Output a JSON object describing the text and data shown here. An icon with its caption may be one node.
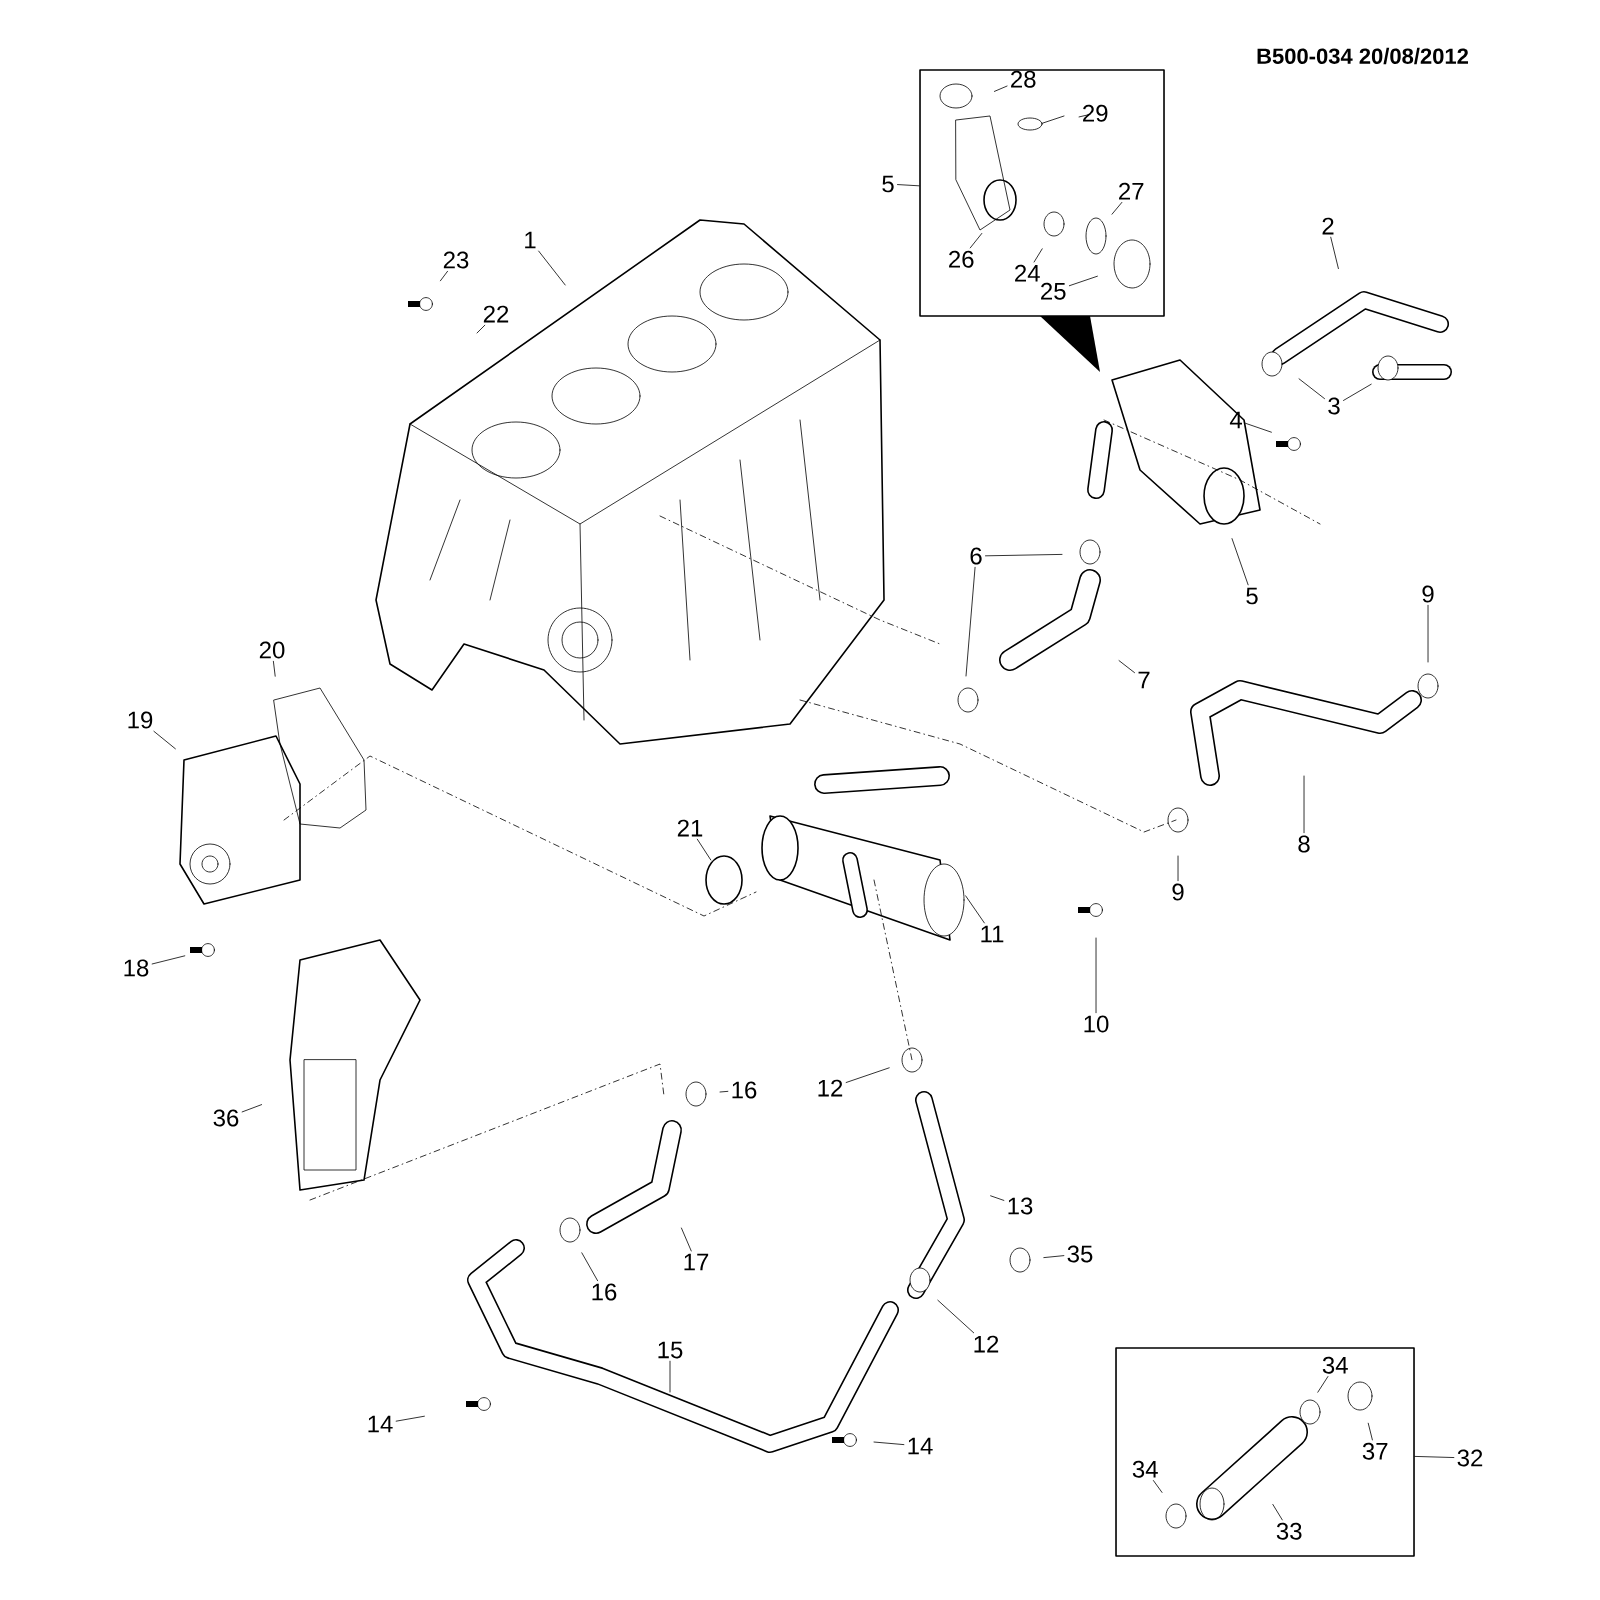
{
  "diagram": {
    "nodes": [
      {
        "text": [],
        "shape": "box"
      },
      {
        "text": [
          "28"
        ],
        "in": 0
      },
      {
        "text": [
          "29"
        ],
        "in": 0
      },
      {
        "text": [
          "27"
        ],
        "in": 0
      },
      {
        "text": [
          "26"
        ],
        "in": 0
      },
      {
        "text": [
          "24"
        ],
        "in": 0
      },
      {
        "text": [
          "25"
        ],
        "in": 0
      },
      {
        "text": [
          "5"
        ]
      },
      {
        "text": [
          "1"
        ]
      },
      {
        "text": [
          "23"
        ]
      },
      {
        "text": [
          "22"
        ]
      },
      {
        "text": [
          "2"
        ]
      },
      {
        "text": [
          "3"
        ]
      },
      {
        "text": [
          "4"
        ]
      },
      {
        "text": [
          "5"
        ]
      },
      {
        "text": [
          "6"
        ]
      },
      {
        "text": [
          "7"
        ]
      },
      {
        "text": [
          "20"
        ]
      },
      {
        "text": [
          "19"
        ]
      },
      {
        "text": [
          "21"
        ]
      },
      {
        "text": [
          "9"
        ]
      },
      {
        "text": [
          "8"
        ]
      },
      {
        "text": [
          "9"
        ]
      },
      {
        "text": [
          "11"
        ]
      },
      {
        "text": [
          "10"
        ]
      },
      {
        "text": [
          "18"
        ]
      },
      {
        "text": [
          "36"
        ]
      },
      {
        "text": [
          "16"
        ]
      },
      {
        "text": [
          "12"
        ]
      },
      {
        "text": [
          "13"
        ]
      },
      {
        "text": [
          "35"
        ]
      },
      {
        "text": [
          "17"
        ]
      },
      {
        "text": [
          "16"
        ]
      },
      {
        "text": [
          "12"
        ]
      },
      {
        "text": [
          "15"
        ]
      },
      {
        "text": [
          "14"
        ]
      },
      {
        "text": [
          "14"
        ]
      },
      {
        "text": [],
        "shape": "box"
      },
      {
        "text": [
          "34"
        ],
        "in": 37
      },
      {
        "text": [
          "37"
        ],
        "in": 37
      },
      {
        "text": [
          "34"
        ],
        "in": 37
      },
      {
        "text": [
          "33"
        ],
        "in": 37
      },
      {
        "text": [
          "32"
        ]
      }
    ],
    "edges": [
      {
        "from": 1,
        "to": null,
        "arrow": "none"
      },
      {
        "from": 2,
        "to": null,
        "arrow": "none"
      },
      {
        "from": 3,
        "to": null,
        "arrow": "none"
      },
      {
        "from": 4,
        "to": null,
        "arrow": "none"
      },
      {
        "from": 5,
        "to": null,
        "arrow": "none"
      },
      {
        "from": 6,
        "to": null,
        "arrow": "none"
      },
      {
        "from": 7,
        "to": 0,
        "arrow": "none"
      },
      {
        "from": 8,
        "to": null,
        "arrow": "none"
      },
      {
        "from": 9,
        "to": null,
        "arrow": "none"
      },
      {
        "from": 10,
        "to": null,
        "arrow": "none"
      },
      {
        "from": 11,
        "to": null,
        "arrow": "none"
      },
      {
        "from": 12,
        "to": null,
        "arrow": "none"
      },
      {
        "from": 12,
        "to": null,
        "arrow": "none"
      },
      {
        "from": 13,
        "to": null,
        "arrow": "none"
      },
      {
        "from": 14,
        "to": null,
        "arrow": "none"
      },
      {
        "from": 15,
        "to": null,
        "arrow": "none"
      },
      {
        "from": 15,
        "to": null,
        "arrow": "none"
      },
      {
        "from": 16,
        "to": null,
        "arrow": "none"
      },
      {
        "from": 17,
        "to": null,
        "arrow": "none"
      },
      {
        "from": 18,
        "to": null,
        "arrow": "none"
      },
      {
        "from": 19,
        "to": null,
        "arrow": "none"
      },
      {
        "from": 20,
        "to": null,
        "arrow": "none"
      },
      {
        "from": 21,
        "to": null,
        "arrow": "none"
      },
      {
        "from": 22,
        "to": null,
        "arrow": "none"
      },
      {
        "from": 23,
        "to": null,
        "arrow": "none"
      },
      {
        "from": 24,
        "to": null,
        "arrow": "none"
      },
      {
        "from": 25,
        "to": null,
        "arrow": "none"
      },
      {
        "from": 26,
        "to": null,
        "arrow": "none"
      },
      {
        "from": 27,
        "to": null,
        "arrow": "none"
      },
      {
        "from": 28,
        "to": null,
        "arrow": "none"
      },
      {
        "from": 29,
        "to": null,
        "arrow": "none"
      },
      {
        "from": 30,
        "to": null,
        "arrow": "none"
      },
      {
        "from": 31,
        "to": null,
        "arrow": "none"
      },
      {
        "from": 32,
        "to": null,
        "arrow": "none"
      },
      {
        "from": 33,
        "to": null,
        "arrow": "none"
      },
      {
        "from": 34,
        "to": null,
        "arrow": "none"
      },
      {
        "from": 35,
        "to": null,
        "arrow": "none"
      },
      {
        "from": 36,
        "to": null,
        "arrow": "none"
      },
      {
        "from": 38,
        "to": null,
        "arrow": "none"
      },
      {
        "from": 39,
        "to": null,
        "arrow": "none"
      },
      {
        "from": 40,
        "to": null,
        "arrow": "none"
      },
      {
        "from": 41,
        "to": null,
        "arrow": "none"
      },
      {
        "from": 42,
        "to": 37,
        "arrow": "none"
      }
    ],
    "labels": [
      "B500-034  20/08/2012"
    ]
  }
}
